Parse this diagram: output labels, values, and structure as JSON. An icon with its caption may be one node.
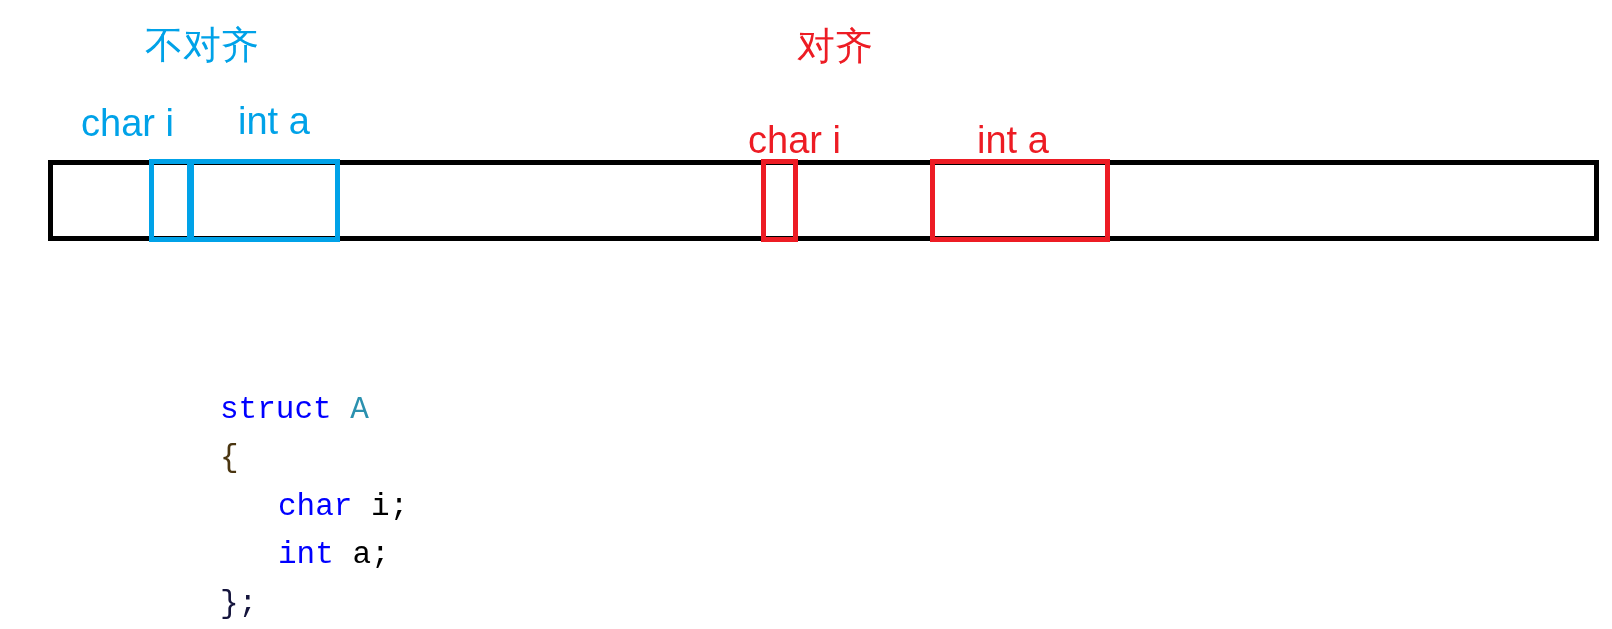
{
  "diagram": {
    "nodes": [
      {
        "text": [],
        "shape": "bar"
      },
      {
        "text": [
          "char i"
        ],
        "in": 0
      },
      {
        "text": [
          "int a"
        ],
        "in": 0
      },
      {
        "text": [
          "char i"
        ],
        "in": 0
      },
      {
        "text": [
          "int a"
        ],
        "in": 0
      }
    ],
    "labels": [
      "不对齐",
      "对齐",
      "struct A",
      "{",
      "char i;",
      "int a;",
      "};"
    ]
  }
}
